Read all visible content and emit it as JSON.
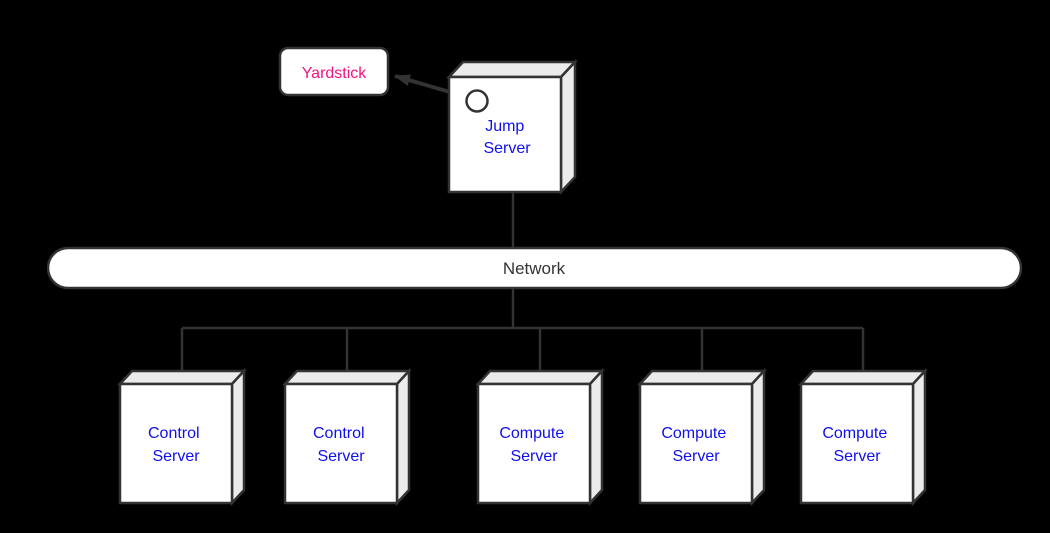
{
  "diagram": {
    "type": "deployment-topology",
    "background": "#000000",
    "colors": {
      "node_fill": "#ffffff",
      "side_face_fill": "#ebebeb",
      "outline": "#333333",
      "connector": "#333333",
      "arrow": "#333333",
      "server_label": "#0f0fef",
      "yardstick_label": "#f3137e",
      "network_label": "#333333"
    }
  },
  "nodes": {
    "yardstick": {
      "label": "Yardstick"
    },
    "jump_server": {
      "line1": "Jump",
      "line2": "Server"
    },
    "network": {
      "label": "Network"
    },
    "servers": [
      {
        "line1": "Control",
        "line2": "Server"
      },
      {
        "line1": "Control",
        "line2": "Server"
      },
      {
        "line1": "Compute",
        "line2": "Server"
      },
      {
        "line1": "Compute",
        "line2": "Server"
      },
      {
        "line1": "Compute",
        "line2": "Server"
      }
    ]
  }
}
